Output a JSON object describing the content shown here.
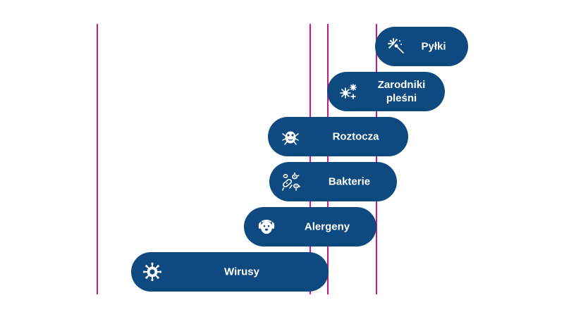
{
  "colors": {
    "line": "#c8198c",
    "pill": "#0e4a7f",
    "text": "#ffffff"
  },
  "items": [
    {
      "label": "Pyłki",
      "icon": "dandelion-icon"
    },
    {
      "label": "Zarodniki\npleśni",
      "icon": "mold-spores-icon"
    },
    {
      "label": "Roztocza",
      "icon": "dust-mite-icon"
    },
    {
      "label": "Bakterie",
      "icon": "bacteria-icon"
    },
    {
      "label": "Alergeny",
      "icon": "dog-icon"
    },
    {
      "label": "Wirusy",
      "icon": "virus-icon"
    }
  ]
}
